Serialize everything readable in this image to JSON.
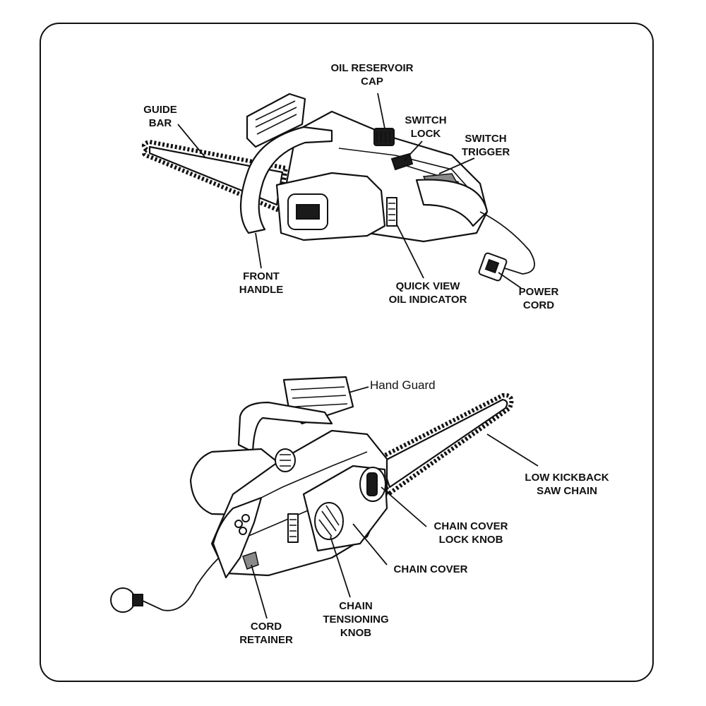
{
  "diagram": {
    "top_labels": {
      "guide_bar": "GUIDE\nBAR",
      "oil_reservoir_cap": "OIL RESERVOIR\nCAP",
      "switch_lock": "SWITCH\nLOCK",
      "switch_trigger": "SWITCH\nTRIGGER",
      "front_handle": "FRONT\nHANDLE",
      "quick_view_oil_indicator": "QUICK VIEW\nOIL INDICATOR",
      "power_cord": "POWER\nCORD"
    },
    "bottom_labels": {
      "hand_guard": "Hand Guard",
      "low_kickback_saw_chain": "LOW KICKBACK\nSAW CHAIN",
      "chain_cover_lock_knob": "CHAIN COVER\nLOCK KNOB",
      "chain_cover": "CHAIN COVER",
      "chain_tensioning_knob": "CHAIN\nTENSIONING\nKNOB",
      "cord_retainer": "CORD\nRETAINER"
    }
  }
}
